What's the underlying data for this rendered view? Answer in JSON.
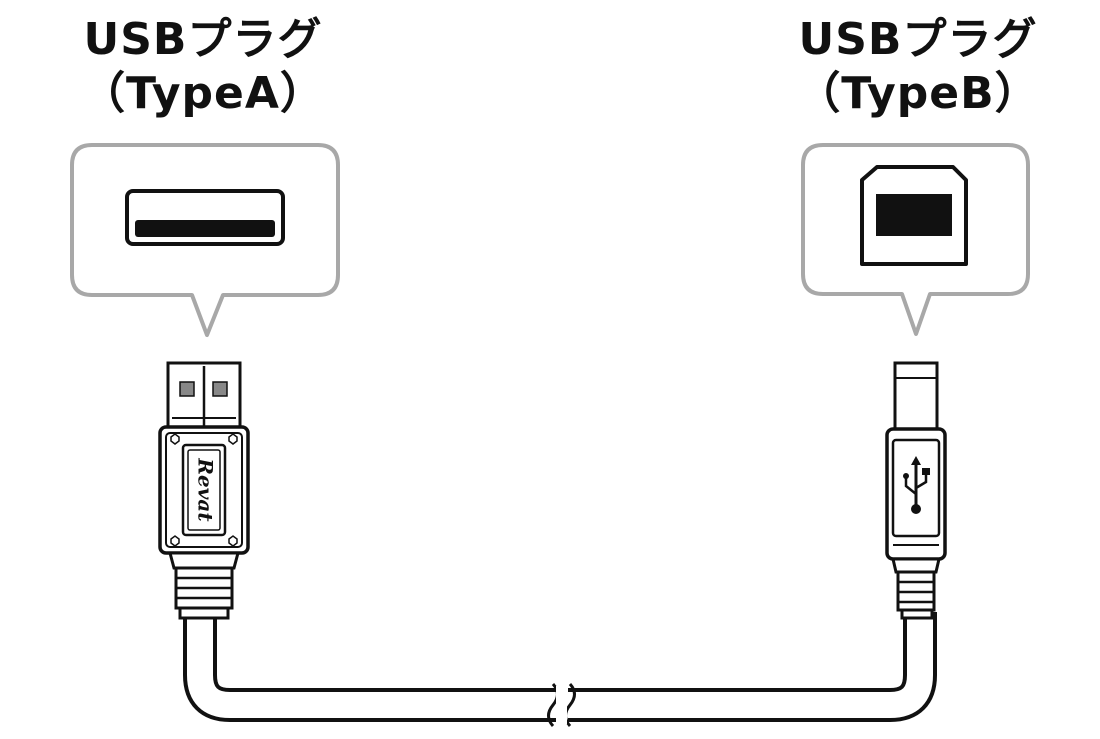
{
  "plugs": {
    "a": {
      "label_line1": "USBプラグ",
      "label_line2": "（TypeA）",
      "icon": "usb-type-a-port-icon"
    },
    "b": {
      "label_line1": "USBプラグ",
      "label_line2": "（TypeB）",
      "icon": "usb-type-b-port-icon"
    }
  },
  "cable": {
    "brand_mark": "Revat",
    "connector_b_symbol": "usb-trident-icon"
  },
  "colors": {
    "outline": "#111111",
    "callout_border": "#a8a8a8",
    "fill": "#ffffff",
    "accent_gray": "#888888"
  }
}
